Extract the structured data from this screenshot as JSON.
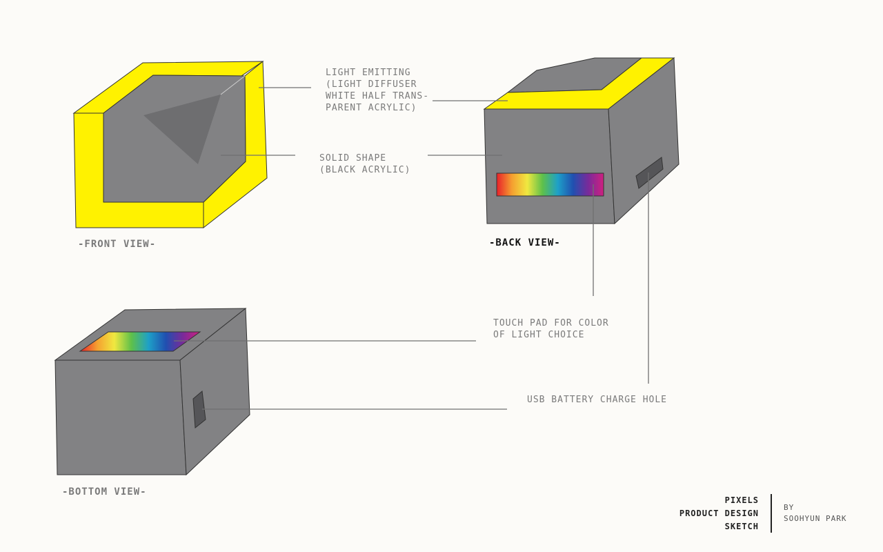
{
  "labels": {
    "light_emitting": [
      "LIGHT EMITTING",
      "(LIGHT DIFFUSER",
      "WHITE HALF TRANS-",
      "PARENT ACRYLIC)"
    ],
    "solid_shape": [
      "SOLID SHAPE",
      "(BLACK ACRYLIC)"
    ],
    "touch_pad": [
      "TOUCH PAD FOR COLOR",
      "OF LIGHT CHOICE"
    ],
    "usb": "USB BATTERY CHARGE HOLE"
  },
  "views": {
    "front": "-FRONT VIEW-",
    "back": "-BACK VIEW-",
    "bottom": "-BOTTOM VIEW-"
  },
  "credits": {
    "product": [
      "PIXELS",
      "PRODUCT DESIGN",
      "SKETCH"
    ],
    "by": "BY",
    "author": "SOOHYUN PARK"
  },
  "colors": {
    "body": "#828284",
    "yellow": "#fff200",
    "outline": "#333333",
    "hole": "#555558",
    "leader": "#707070",
    "spectrum": [
      "#e8202a",
      "#f5a030",
      "#f0e840",
      "#5ec04a",
      "#1ea0c8",
      "#2050b0",
      "#7a2a9a",
      "#d02080"
    ]
  }
}
